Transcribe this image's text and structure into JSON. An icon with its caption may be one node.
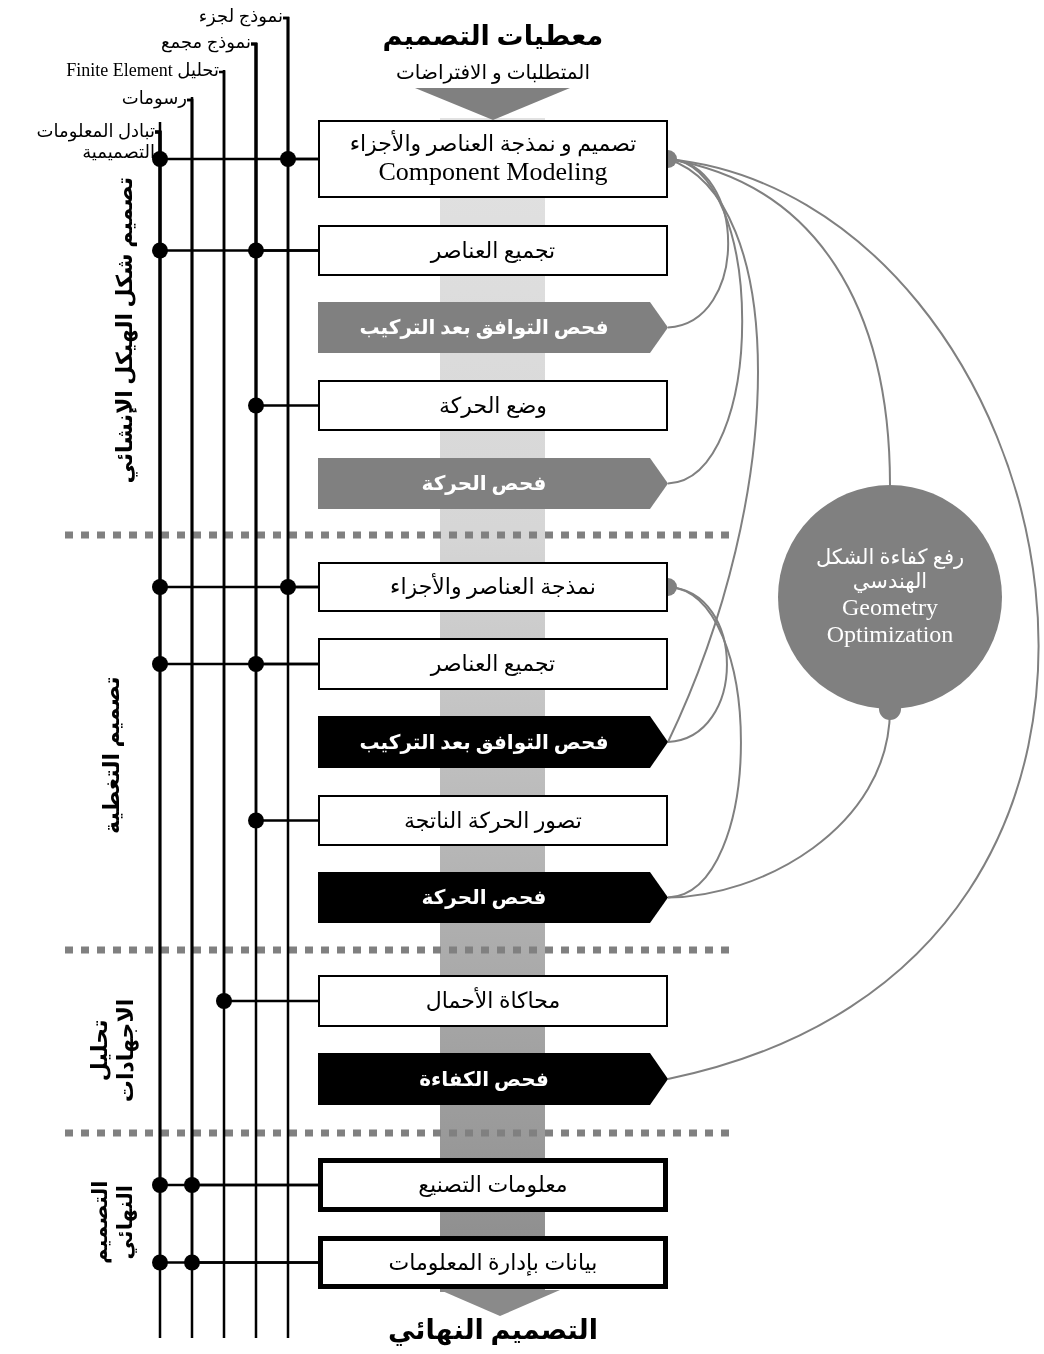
{
  "diagram": {
    "nodes": [
      {
        "text": [
          "نموذج لجزء"
        ]
      },
      {
        "text": [
          "نموذج مجمع"
        ]
      },
      {
        "text": [
          "تحليل Finite Element"
        ]
      },
      {
        "text": [
          "رسومات"
        ]
      },
      {
        "text": [
          "تبادل المعلومات التصميمية"
        ]
      },
      {
        "text": [
          "تصميم و نمذجة العناصر والأجزاء",
          "Component Modeling"
        ]
      },
      {
        "text": [
          "تجميع العناصر"
        ]
      },
      {
        "text": [
          "فحص التوافق بعد التركيب"
        ]
      },
      {
        "text": [
          "وضع الحركة"
        ]
      },
      {
        "text": [
          "فحص الحركة"
        ]
      },
      {
        "text": [
          "نمذجة العناصر والأجزاء"
        ]
      },
      {
        "text": [
          "تجميع العناصر"
        ]
      },
      {
        "text": [
          "فحص التوافق بعد التركيب"
        ]
      },
      {
        "text": [
          "تصور الحركة الناتجة"
        ]
      },
      {
        "text": [
          "فحص الحركة"
        ]
      },
      {
        "text": [
          "محاكاة الأحمال"
        ]
      },
      {
        "text": [
          "فحص الكفاءة"
        ]
      },
      {
        "text": [
          "معلومات التصنيع"
        ]
      },
      {
        "text": [
          "بيانات بإدارة المعلومات"
        ]
      },
      {
        "text": [
          "رفع كفاءة الشكل الهندسي",
          "Geometry Optimization"
        ]
      }
    ],
    "edges": [
      {
        "from": 4,
        "to": 5,
        "arrow": "none"
      },
      {
        "from": 0,
        "to": 5,
        "arrow": "none"
      },
      {
        "from": 4,
        "to": 6,
        "arrow": "none"
      },
      {
        "from": 1,
        "to": 6,
        "arrow": "none"
      },
      {
        "from": 1,
        "to": 8,
        "arrow": "none"
      },
      {
        "from": 4,
        "to": 10,
        "arrow": "none"
      },
      {
        "from": 0,
        "to": 10,
        "arrow": "none"
      },
      {
        "from": 4,
        "to": 11,
        "arrow": "none"
      },
      {
        "from": 1,
        "to": 11,
        "arrow": "none"
      },
      {
        "from": 1,
        "to": 13,
        "arrow": "none"
      },
      {
        "from": 2,
        "to": 15,
        "arrow": "none"
      },
      {
        "from": 4,
        "to": 17,
        "arrow": "none"
      },
      {
        "from": 3,
        "to": 17,
        "arrow": "none"
      },
      {
        "from": 4,
        "to": 18,
        "arrow": "none"
      },
      {
        "from": 3,
        "to": 18,
        "arrow": "none"
      },
      {
        "from": 5,
        "to": 7,
        "arrow": "other",
        "color": "#808080"
      },
      {
        "from": 5,
        "to": 9,
        "arrow": "other",
        "color": "#808080"
      },
      {
        "from": 5,
        "to": 12,
        "arrow": "other",
        "color": "#808080"
      },
      {
        "from": 5,
        "to": 19,
        "arrow": "other",
        "color": "#808080"
      },
      {
        "from": 5,
        "to": 16,
        "arrow": "other",
        "color": "#808080"
      },
      {
        "from": 10,
        "to": 12,
        "arrow": "other",
        "color": "#808080"
      },
      {
        "from": 10,
        "to": 14,
        "arrow": "other",
        "color": "#808080"
      },
      {
        "from": 19,
        "to": 14,
        "arrow": "other",
        "color": "#808080"
      }
    ],
    "labels": [
      "معطيات التصميم",
      "المتطلبات و الافتراضات",
      "تصميم شكل الهيكل الإنشائي",
      "تصميم التغطية",
      "تحليل الاجهادات",
      "التصميم النهائي",
      "التصميم النهائي"
    ]
  }
}
